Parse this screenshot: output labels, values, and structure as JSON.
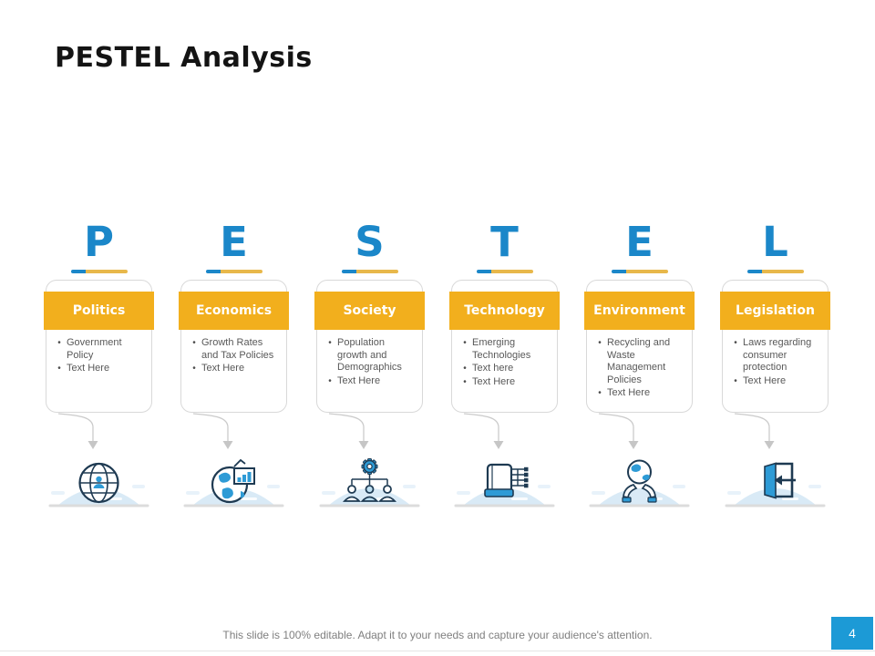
{
  "slide": {
    "title": "PESTEL Analysis",
    "footer": "This slide is 100% editable. Adapt it to your needs and capture your audience's attention.",
    "page_number": "4"
  },
  "colors": {
    "letter_blue": "#1B87C9",
    "header_yellow": "#F2AF1D",
    "underline_blue": "#1B87C9",
    "underline_yellow": "#E8B84B",
    "page_box_blue": "#1C9AD6",
    "card_border": "#D9D9D9",
    "bullet_text": "#595959",
    "footer_text": "#7F7F7F",
    "arrow_gray": "#C6C6C6",
    "mound_blue": "#D9EAF6",
    "icon_stroke": "#1E3A52",
    "icon_blue": "#2E9BD6"
  },
  "columns": [
    {
      "letter": "P",
      "title": "Politics",
      "icon": "globe-person-icon",
      "bullets": [
        "Government Policy",
        "Text Here"
      ]
    },
    {
      "letter": "E",
      "title": "Economics",
      "icon": "globe-chart-icon",
      "bullets": [
        "Growth Rates and Tax Policies",
        "Text Here"
      ]
    },
    {
      "letter": "S",
      "title": "Society",
      "icon": "people-gear-icon",
      "bullets": [
        "Population growth and Demographics",
        "Text Here"
      ]
    },
    {
      "letter": "T",
      "title": "Technology",
      "icon": "device-circuit-icon",
      "bullets": [
        "Emerging Technologies",
        "Text here",
        "Text Here"
      ]
    },
    {
      "letter": "E",
      "title": "Environment",
      "icon": "hands-globe-icon",
      "bullets": [
        "Recycling and Waste Management Policies",
        "Text Here"
      ]
    },
    {
      "letter": "L",
      "title": "Legislation",
      "icon": "door-arrow-icon",
      "bullets": [
        "Laws regarding consumer protection",
        "Text Here"
      ]
    }
  ]
}
